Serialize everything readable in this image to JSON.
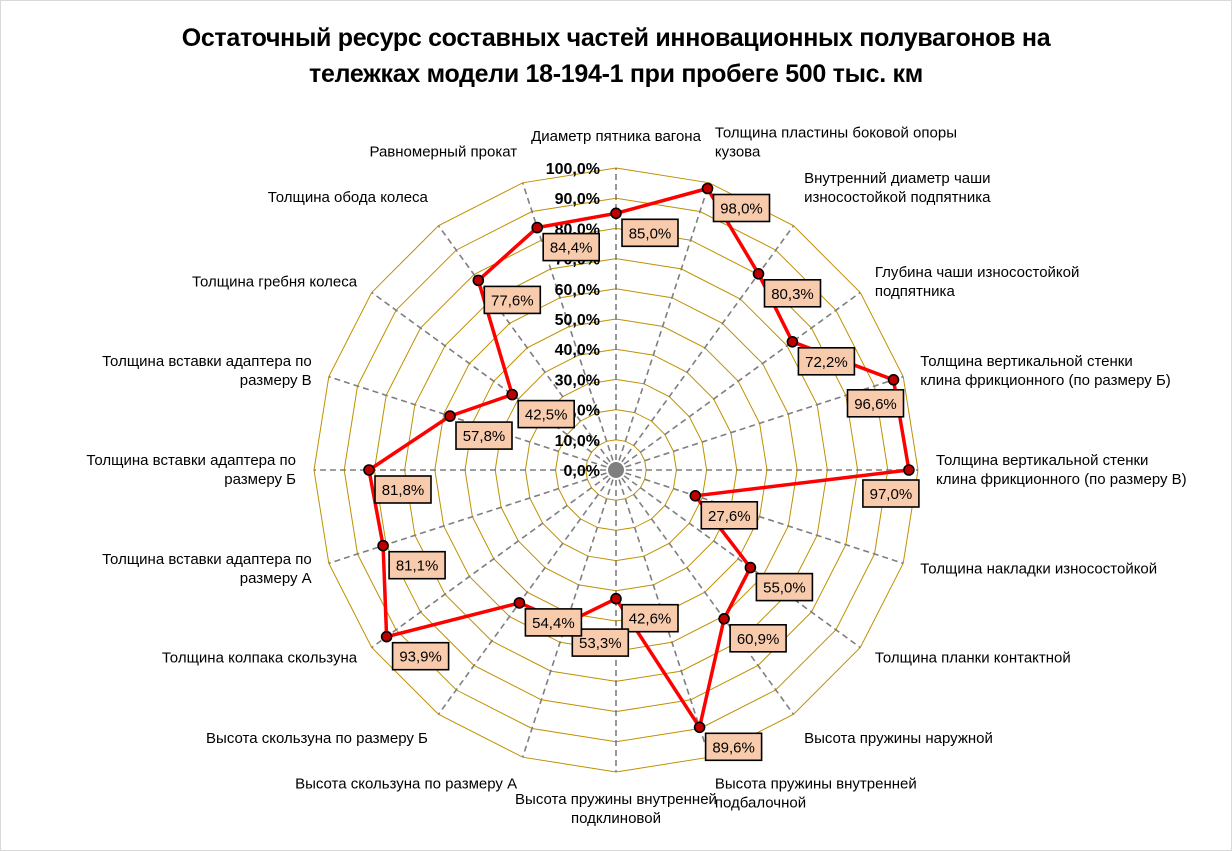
{
  "chart_data": {
    "type": "radar",
    "title": [
      "Остаточный ресурс составных частей инновационных полувагонов на",
      "тележках модели 18-194-1 при пробеге 500 тыс. км"
    ],
    "categories": [
      "Диаметр пятника вагона",
      "Толщина пластины боковой опоры кузова",
      "Внутренний диаметр чаши износостойкой подпятника",
      "Глубина чаши износостойкой подпятника",
      "Толщина вертикальной стенки клина фрикционного (по размеру Б)",
      "Толщина вертикальной стенки клина фрикционного (по размеру В)",
      "Толщина накладки износостойкой",
      "Толщина планки контактной",
      "Высота пружины наружной",
      "Высота пружины внутренней подбалочной",
      "Высота пружины внутренней подклиновой",
      "Высота скользуна по размеру А",
      "Высота скользуна по размеру Б",
      "Толщина колпака скользуна",
      "Толщина вставки адаптера по размеру А",
      "Толщина вставки адаптера по размеру Б",
      "Толщина вставки адаптера по размеру В",
      "Толщина гребня колеса",
      "Толщина обода колеса",
      "Равномерный прокат"
    ],
    "category_label_lines": [
      [
        "Диаметр пятника вагона"
      ],
      [
        "Толщина пластины боковой опоры",
        "кузова"
      ],
      [
        "Внутренний диаметр чаши",
        "износостойкой подпятника"
      ],
      [
        "Глубина чаши износостойкой",
        "подпятника"
      ],
      [
        "Толщина вертикальной стенки",
        "клина фрикционного (по размеру Б)"
      ],
      [
        "Толщина вертикальной стенки",
        "клина фрикционного (по размеру В)"
      ],
      [
        "Толщина накладки износостойкой"
      ],
      [
        "Толщина планки контактной"
      ],
      [
        "Высота пружины наружной"
      ],
      [
        "Высота пружины внутренней",
        "подбалочной"
      ],
      [
        "Высота пружины внутренней",
        "подклиновой"
      ],
      [
        "Высота скользуна по размеру А"
      ],
      [
        "Высота скользуна по размеру Б"
      ],
      [
        "Толщина колпака скользуна"
      ],
      [
        "Толщина вставки адаптера по",
        "размеру А"
      ],
      [
        "Толщина вставки адаптера по",
        "размеру Б"
      ],
      [
        "Толщина вставки адаптера по",
        "размеру В"
      ],
      [
        "Толщина гребня колеса"
      ],
      [
        "Толщина обода колеса"
      ],
      [
        "Равномерный прокат"
      ]
    ],
    "values": [
      85.0,
      98.0,
      80.3,
      72.2,
      96.6,
      97.0,
      27.6,
      55.0,
      60.9,
      89.6,
      42.6,
      53.3,
      54.4,
      93.9,
      81.1,
      81.8,
      57.8,
      42.5,
      77.6,
      84.4
    ],
    "value_labels": [
      "85,0%",
      "98,0%",
      "80,3%",
      "72,2%",
      "96,6%",
      "97,0%",
      "27,6%",
      "55,0%",
      "60,9%",
      "89,6%",
      "42,6%",
      "53,3%",
      "54,4%",
      "93,9%",
      "81,1%",
      "81,8%",
      "57,8%",
      "42,5%",
      "77,6%",
      "84,4%"
    ],
    "r_ticks": [
      0,
      10,
      20,
      30,
      40,
      50,
      60,
      70,
      80,
      90,
      100
    ],
    "r_tick_labels": [
      "0,0%",
      "10,0%",
      "20,0%",
      "30,0%",
      "40,0%",
      "50,0%",
      "60,0%",
      "70,0%",
      "80,0%",
      "90,0%",
      "100,0%"
    ],
    "rlim": [
      0,
      100
    ],
    "grid": true,
    "legend": "none",
    "colors": {
      "series_line": "#ff0000",
      "marker_fill": "#c00000",
      "marker_stroke": "#000000",
      "grid_ring": "#bf9000",
      "spoke": "#7f7f7f",
      "label_fill": "#f8cbad",
      "label_border": "#000000",
      "center_dot": "#808080"
    }
  }
}
